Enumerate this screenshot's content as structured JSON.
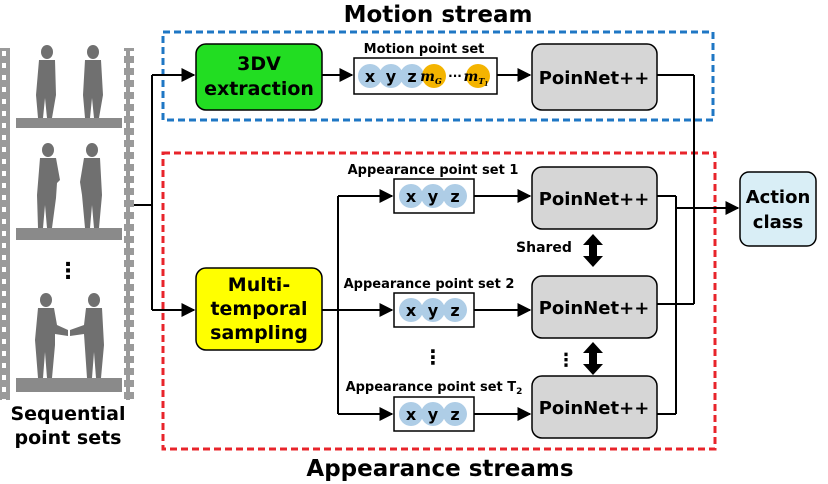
{
  "titles": {
    "motion_stream": "Motion stream",
    "appearance_streams": "Appearance streams"
  },
  "input": {
    "label_line1": "Sequential",
    "label_line2": "point sets",
    "ellipsis": "⋮"
  },
  "motion": {
    "extraction_line1": "3DV",
    "extraction_line2": "extraction",
    "point_set_label": "Motion point set",
    "tokens": [
      "x",
      "y",
      "z"
    ],
    "m_first": "m",
    "m_first_sub": "G",
    "m_dots": "···",
    "m_last": "m",
    "m_last_sub": "T",
    "m_last_subsub": "1",
    "network": "PoinNet++"
  },
  "appearance": {
    "sampling_line1": "Multi-",
    "sampling_line2": "temporal",
    "sampling_line3": "sampling",
    "set1_label": "Appearance point set 1",
    "set2_label": "Appearance point set 2",
    "setT_label": "Appearance point set T",
    "setT_sub": "2",
    "tokens": [
      "x",
      "y",
      "z"
    ],
    "network": "PoinNet++",
    "shared_label": "Shared",
    "ellipsis": "⋮"
  },
  "output": {
    "line1": "Action",
    "line2": "class"
  },
  "colors": {
    "motion_border": "#1f77c4",
    "appearance_border": "#e8242b",
    "extraction_fill": "#22dd22",
    "sampling_fill": "#ffff00",
    "network_fill": "#d6d6d6",
    "token_fill": "#aecde6",
    "m_token_fill": "#f4b400",
    "output_fill": "#d9eef6"
  }
}
